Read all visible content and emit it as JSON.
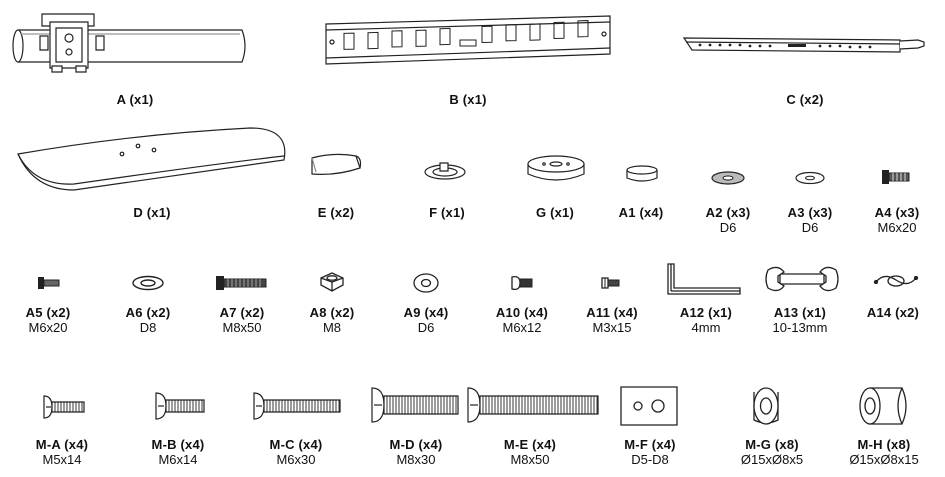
{
  "parts": {
    "A": {
      "name": "A (x1)"
    },
    "B": {
      "name": "B (x1)"
    },
    "C": {
      "name": "C (x2)"
    },
    "D": {
      "name": "D (x1)"
    },
    "E": {
      "name": "E (x2)"
    },
    "F": {
      "name": "F (x1)"
    },
    "G": {
      "name": "G (x1)"
    },
    "A1": {
      "name": "A1 (x4)"
    },
    "A2": {
      "name": "A2 (x3)",
      "spec": "D6"
    },
    "A3": {
      "name": "A3 (x3)",
      "spec": "D6"
    },
    "A4": {
      "name": "A4 (x3)",
      "spec": "M6x20"
    },
    "A5": {
      "name": "A5 (x2)",
      "spec": "M6x20"
    },
    "A6": {
      "name": "A6 (x2)",
      "spec": "D8"
    },
    "A7": {
      "name": "A7 (x2)",
      "spec": "M8x50"
    },
    "A8": {
      "name": "A8 (x2)",
      "spec": "M8"
    },
    "A9": {
      "name": "A9 (x4)",
      "spec": "D6"
    },
    "A10": {
      "name": "A10 (x4)",
      "spec": "M6x12"
    },
    "A11": {
      "name": "A11 (x4)",
      "spec": "M3x15"
    },
    "A12": {
      "name": "A12 (x1)",
      "spec": "4mm"
    },
    "A13": {
      "name": "A13 (x1)",
      "spec": "10-13mm"
    },
    "A14": {
      "name": "A14 (x2)"
    },
    "MA": {
      "name": "M-A (x4)",
      "spec": "M5x14"
    },
    "MB": {
      "name": "M-B (x4)",
      "spec": "M6x14"
    },
    "MC": {
      "name": "M-C (x4)",
      "spec": "M6x30"
    },
    "MD": {
      "name": "M-D (x4)",
      "spec": "M8x30"
    },
    "ME": {
      "name": "M-E (x4)",
      "spec": "M8x50"
    },
    "MF": {
      "name": "M-F (x4)",
      "spec": "D5-D8"
    },
    "MG": {
      "name": "M-G (x8)",
      "spec": "Ø15xØ8x5"
    },
    "MH": {
      "name": "M-H (x8)",
      "spec": "Ø15xØ8x15"
    }
  }
}
